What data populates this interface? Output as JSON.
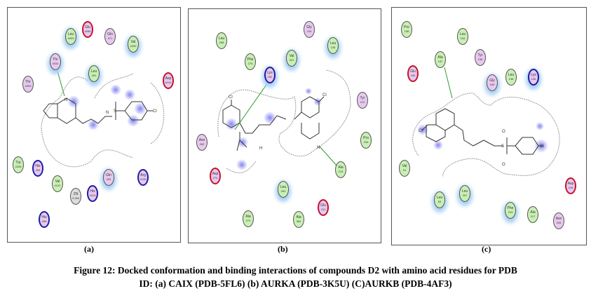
{
  "panels": [
    {
      "label": "(a)",
      "residues": [
        {
          "name": "Leu",
          "num": "4099",
          "type": "g",
          "halo": true
        },
        {
          "name": "Glu",
          "num": "4096",
          "type": "p",
          "border": "red"
        },
        {
          "name": "Gln",
          "num": "471",
          "type": "p"
        },
        {
          "name": "Val",
          "num": "4030",
          "type": "g",
          "halo": true
        },
        {
          "name": "Thr",
          "num": "4031",
          "type": "p",
          "halo": true
        },
        {
          "name": "Leu",
          "num": "491",
          "type": "g",
          "halo": true
        },
        {
          "name": "Thr",
          "num": "4093",
          "type": "p"
        },
        {
          "name": "Asp",
          "num": "4131",
          "type": "p",
          "border": "red"
        },
        {
          "name": "Trp",
          "num": "4208",
          "type": "g"
        },
        {
          "name": "His",
          "num": "494",
          "type": "p",
          "border": "blue"
        },
        {
          "name": "Val",
          "num": "4122",
          "type": "g"
        },
        {
          "name": "ZN",
          "num": "3.260",
          "type": "z"
        },
        {
          "name": "His",
          "num": "4119",
          "type": "p",
          "border": "blue"
        },
        {
          "name": "Gln",
          "num": "492",
          "type": "p",
          "halo": true
        },
        {
          "name": "Arg",
          "num": "4130",
          "type": "p",
          "border": "blue"
        },
        {
          "name": "His",
          "num": "496",
          "type": "p",
          "border": "blue"
        }
      ]
    },
    {
      "label": "(b)",
      "residues": [
        {
          "name": "Leu",
          "num": "208",
          "type": "g"
        },
        {
          "name": "Gly",
          "num": "216",
          "type": "p"
        },
        {
          "name": "Leu",
          "num": "139",
          "type": "g",
          "halo": true
        },
        {
          "name": "Phe",
          "num": "275",
          "type": "g"
        },
        {
          "name": "Val",
          "num": "347",
          "type": "g",
          "halo": true
        },
        {
          "name": "Lys",
          "num": "162",
          "type": "p",
          "border": "blue",
          "halo": true
        },
        {
          "name": "Tyr",
          "num": "212",
          "type": "p"
        },
        {
          "name": "Asn",
          "num": "262",
          "type": "p"
        },
        {
          "name": "Pro",
          "num": "234",
          "type": "g"
        },
        {
          "name": "Asp",
          "num": "274",
          "type": "p",
          "border": "red"
        },
        {
          "name": "Ala",
          "num": "213",
          "type": "g"
        },
        {
          "name": "Leu",
          "num": "263",
          "type": "g",
          "halo": true
        },
        {
          "name": "Glu",
          "num": "211",
          "type": "p",
          "border": "red"
        },
        {
          "name": "Ala",
          "num": "273",
          "type": "g"
        },
        {
          "name": "Ala",
          "num": "360",
          "type": "g"
        }
      ]
    },
    {
      "label": "(c)",
      "residues": [
        {
          "name": "Pro",
          "num": "158",
          "type": "g"
        },
        {
          "name": "Leu",
          "num": "154",
          "type": "g"
        },
        {
          "name": "Ala",
          "num": "157",
          "type": "g"
        },
        {
          "name": "Tyr",
          "num": "156",
          "type": "p"
        },
        {
          "name": "Glu",
          "num": "155",
          "type": "p",
          "border": "red"
        },
        {
          "name": "Gly",
          "num": "160",
          "type": "p",
          "halo": true
        },
        {
          "name": "Leu",
          "num": "138",
          "type": "g"
        },
        {
          "name": "Lys",
          "num": "106",
          "type": "p",
          "border": "blue",
          "halo": true
        },
        {
          "name": "Val",
          "num": "91",
          "type": "g"
        },
        {
          "name": "Leu",
          "num": "83",
          "type": "g",
          "halo": true
        },
        {
          "name": "Leu",
          "num": "207",
          "type": "g",
          "halo": true
        },
        {
          "name": "Phe",
          "num": "219",
          "type": "g",
          "halo": true
        },
        {
          "name": "Ala",
          "num": "217",
          "type": "g"
        },
        {
          "name": "Asp",
          "num": "218",
          "type": "p",
          "border": "red"
        },
        {
          "name": "Asn",
          "num": "205",
          "type": "p"
        }
      ]
    }
  ],
  "atoms": {
    "N": "N",
    "H": "H",
    "Cl": "Cl",
    "S": "S",
    "O": "O"
  },
  "caption": {
    "line1": "Figure 12: Docked conformation and binding interactions of compounds D2 with amino acid residues for PDB",
    "line2": "ID: (a) CAIX (PDB-5FL6) (b) AURKA (PDB-3K5U) (C)AURKB (PDB-4AF3)"
  }
}
